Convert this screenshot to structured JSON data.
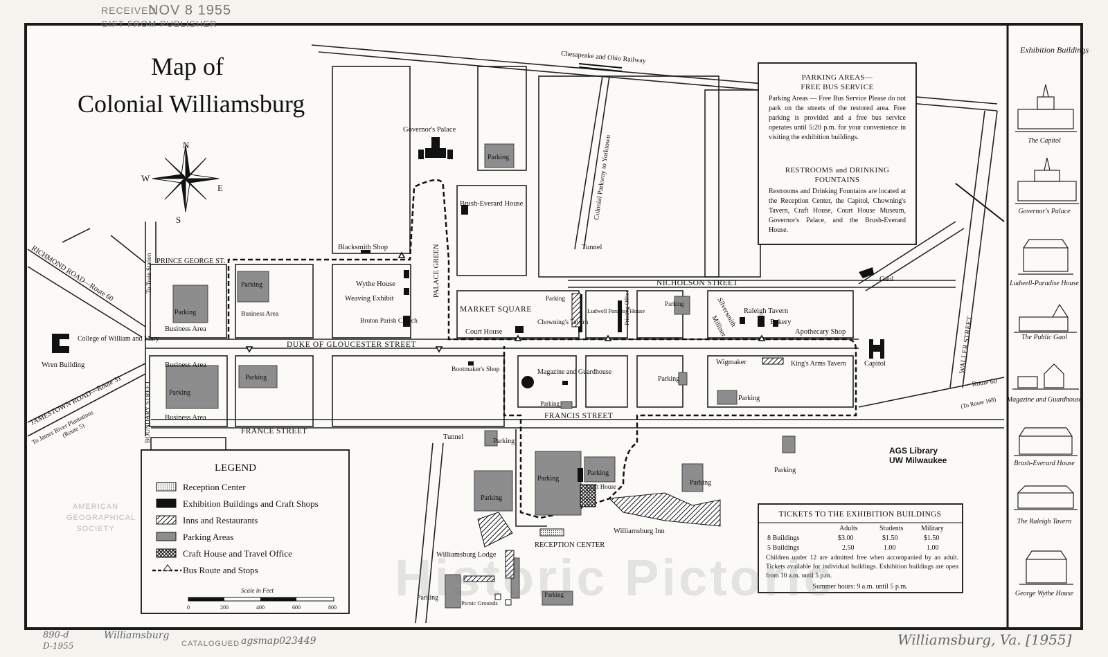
{
  "header": {
    "stamp_received": "RECEIVED",
    "stamp_date": "NOV 8 1955",
    "stamp_gift": "GIFT FROM PUBLISHER"
  },
  "title": {
    "line1": "Map of",
    "line2": "Colonial Williamsburg"
  },
  "compass": {
    "n": "N",
    "s": "S",
    "e": "E",
    "w": "W"
  },
  "streets": {
    "prince_george": "PRINCE GEORGE ST.",
    "duke_of_gloucester": "DUKE OF GLOUCESTER STREET",
    "nicholson": "NICHOLSON STREET",
    "francis": "FRANCIS STREET",
    "france": "FRANCE STREET",
    "boundary": "BOUNDARY STREET",
    "waller": "WALLER STREET",
    "palace_green": "PALACE GREEN",
    "richmond_road": "RICHMOND ROAD—Route 60",
    "jamestown_road": "JAMESTOWN ROAD—Route 31",
    "jamestown_sub": "To James River Plantations",
    "jamestown_sub2": "(Route 5)",
    "to_train": "To Train Station",
    "colonial_parkway": "Colonial Parkway to Yorktown",
    "railway": "Chesapeake and Ohio Railway",
    "route60": "Route 60",
    "route168": "(To Route 168)"
  },
  "places": {
    "governors_palace": "Governor's Palace",
    "brush_everard": "Brush-Everard House",
    "blacksmith": "Blacksmith Shop",
    "wythe_house": "Wythe House",
    "weaving": "Weaving Exhibit",
    "bruton": "Bruton Parish Church",
    "market_square": "MARKET SQUARE",
    "court_house": "Court House",
    "chownings": "Chowning's Tavern",
    "ludwell": "Ludwell Paradise House",
    "printing": "Printing Office",
    "silversmith": "Silversmith",
    "milliner": "Milliner",
    "raleigh": "Raleigh Tavern",
    "bakery": "Bakery",
    "apothecary": "Apothecary Shop",
    "gaol": "Gaol",
    "capitol": "Capitol",
    "wigmaker": "Wigmaker",
    "kings_arms": "King's Arms Tavern",
    "magazine": "Magazine and Guardhouse",
    "bootmaker": "Bootmaker's Shop",
    "college": "College of William and Mary",
    "wren": "Wren Building",
    "business_area": "Business Area",
    "parking": "Parking",
    "tunnel": "Tunnel",
    "craft_house": "Craft House",
    "williamsburg_inn": "Williamsburg Inn",
    "williamsburg_lodge": "Williamsburg Lodge",
    "reception_center": "RECEPTION CENTER",
    "picnic": "Picnic Grounds"
  },
  "legend": {
    "title": "LEGEND",
    "items": [
      "Reception Center",
      "Exhibition Buildings and Craft Shops",
      "Inns and Restaurants",
      "Parking Areas",
      "Craft House and Travel Office",
      "Bus Route and Stops"
    ],
    "scale_title": "Scale in Feet",
    "scale_ticks": [
      "0",
      "200",
      "400",
      "600",
      "800"
    ]
  },
  "parking_box": {
    "title1": "PARKING AREAS—",
    "title2": "FREE BUS SERVICE",
    "text": "Parking Areas — Free Bus Service Please do not park on the streets of the restored area. Free parking is provided and a free bus service operates until 5:20 p.m. for your convenience in visiting the exhibition buildings.",
    "title3": "RESTROOMS and DRINKING",
    "title4": "FOUNTAINS",
    "text2": "Restrooms and Drinking Fountains are located at the Reception Center, the Capitol, Chowning's Tavern, Craft House, Court House Museum, Governor's Palace, and the Brush-Everard House."
  },
  "tickets": {
    "title": "TICKETS TO THE EXHIBITION BUILDINGS",
    "headers": [
      "Adults",
      "Students",
      "Military"
    ],
    "rows": [
      {
        "label": "8 Buildings",
        "adults": "$3.00",
        "students": "$1.50",
        "military": "$1.50"
      },
      {
        "label": "5 Buildings",
        "adults": "2.50",
        "students": "1.00",
        "military": "1.00"
      }
    ],
    "note": "Children under 12 are admitted free when accompanied by an adult. Tickets available for individual buildings. Exhibition buildings are open from 10 a.m. until 5 p.m.",
    "hours": "Summer hours: 9 a.m. until 5 p.m."
  },
  "sidebar": {
    "title": "Exhibition Buildings",
    "items": [
      "The Capitol",
      "Governor's Palace",
      "Ludwell-Paradise House",
      "The Public Gaol",
      "Magazine and Guardhouse",
      "Brush-Everard House",
      "The Raleigh Tavern",
      "George Wythe House"
    ]
  },
  "library": {
    "line1": "AGS Library",
    "line2": "UW Milwaukee"
  },
  "stamp_left": [
    "AMERICAN",
    "GEOGRAPHICAL",
    "SOCIETY"
  ],
  "watermark": "Historic Pictoric",
  "footer": {
    "call1": "890-d",
    "call2": "D-1955",
    "name": "Williamsburg",
    "catalogued": "CATALOGUED",
    "accession": "agsmap023449",
    "right_note": "Williamsburg, Va. [1955]"
  },
  "colors": {
    "paper": "#f4f3ee",
    "ink": "#111111",
    "parking": "#8d8d8d",
    "frame": "#1a1a1a"
  }
}
